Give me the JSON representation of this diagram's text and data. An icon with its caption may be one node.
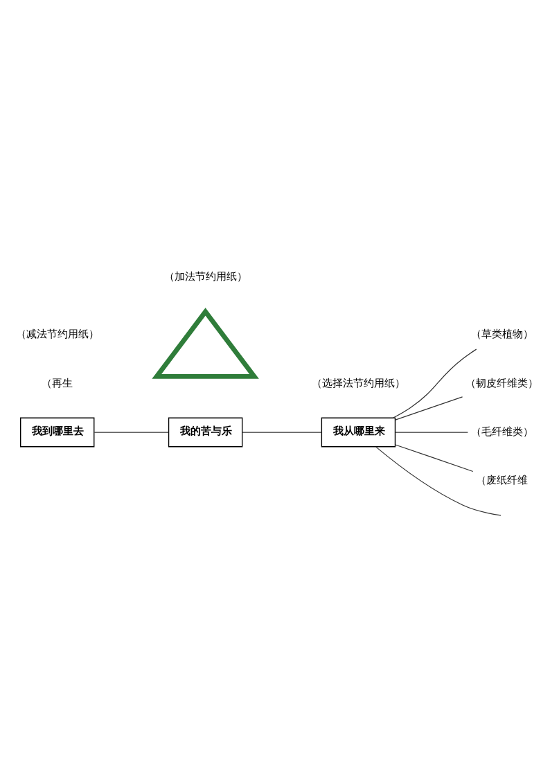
{
  "diagram": {
    "nodes": [
      {
        "text": [
          "我到哪里去"
        ]
      },
      {
        "text": [],
        "shape": "picture"
      },
      {
        "text": [
          "我从哪里来"
        ]
      },
      {
        "text": [
          "（草类植物）"
        ]
      },
      {
        "text": [
          "（韧皮纤维类）"
        ]
      },
      {
        "text": [
          "（毛纤维类）"
        ]
      },
      {
        "text": [
          "（废纸纤维"
        ]
      },
      {
        "text": [
          "我的苦与乐"
        ]
      }
    ],
    "edges": [
      {
        "from": 0,
        "to": 7,
        "arrow": "none"
      },
      {
        "from": 7,
        "to": 2,
        "arrow": "none"
      },
      {
        "from": 2,
        "to": null,
        "arrow": "none"
      },
      {
        "from": 2,
        "to": 3,
        "arrow": "none"
      },
      {
        "from": 2,
        "to": 4,
        "arrow": "none"
      },
      {
        "from": 2,
        "to": 5,
        "arrow": "none"
      },
      {
        "from": 2,
        "to": 6,
        "arrow": "none"
      }
    ],
    "labels": [
      "（再生",
      "（减法节约用纸）",
      "（加法节约用纸）",
      "（选择法节约用纸）"
    ]
  }
}
